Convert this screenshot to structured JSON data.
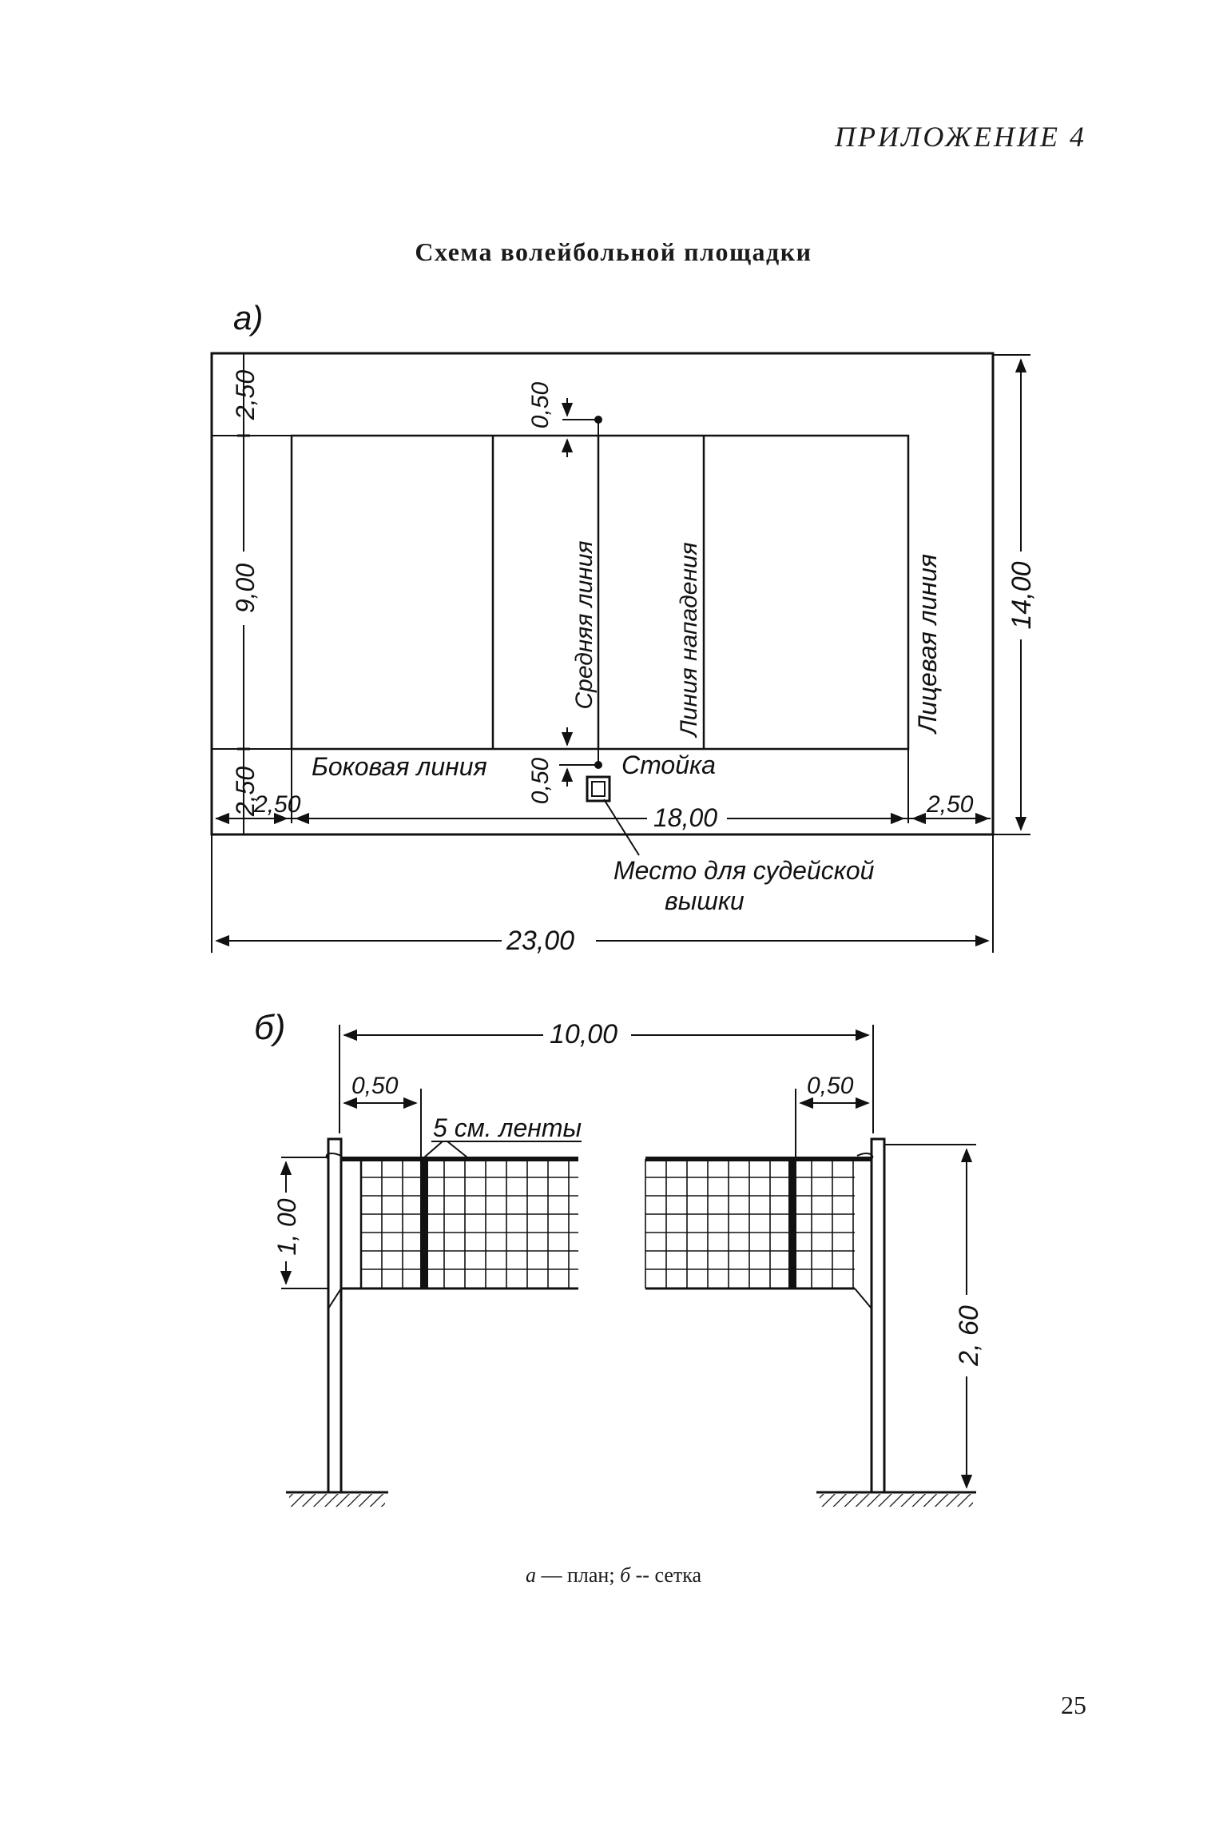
{
  "header": {
    "appendix": "ПРИЛОЖЕНИЕ 4"
  },
  "title": "Схема волейбольной площадки",
  "plan": {
    "label": "а)",
    "dims": {
      "top_margin": "2,50",
      "court_width": "9,00",
      "bottom_margin": "2,50",
      "left_margin": "2,50",
      "court_length": "18,00",
      "right_margin": "2,50",
      "total_width": "14,00",
      "total_length": "23,00",
      "post_offset_top": "0,50",
      "post_offset_bottom": "0,50"
    },
    "labels": {
      "side_line": "Боковая линия",
      "center_line": "Средняя линия",
      "attack_line": "Линия нападения",
      "end_line": "Лицевая линия",
      "post": "Стойка",
      "referee_place_1": "Место для судейской",
      "referee_place_2": "вышки"
    }
  },
  "net": {
    "label": "б)",
    "dims": {
      "post_distance": "10,00",
      "left_offset": "0,50",
      "right_offset": "0,50",
      "net_height": "1, 00",
      "post_height": "2, 60"
    },
    "labels": {
      "tape": "5 см. ленты"
    }
  },
  "caption": {
    "a_letter": "а",
    "a_text": " — план;  ",
    "b_letter": "б",
    "b_text": " -- сетка"
  },
  "page_number": "25",
  "colors": {
    "ink": "#111111",
    "paper": "#ffffff"
  }
}
